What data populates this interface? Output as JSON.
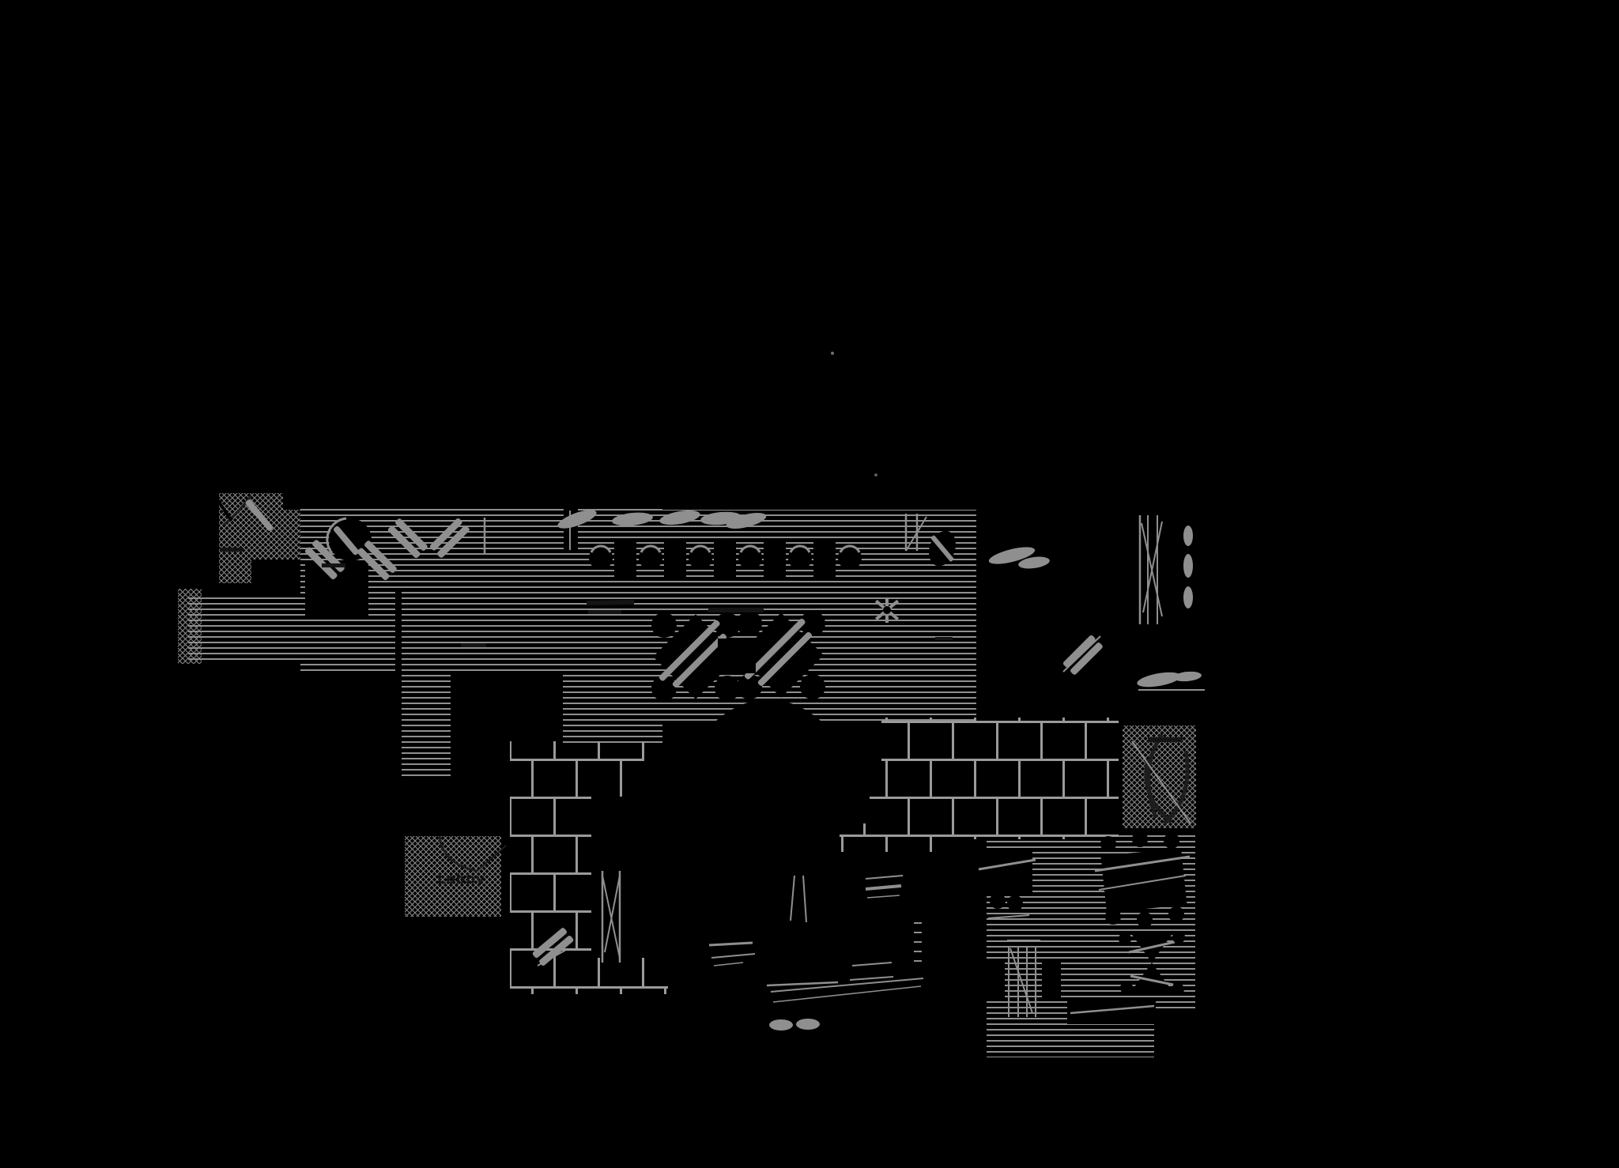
{
  "scene": {
    "background": "#000000",
    "line": "#8f8f8f",
    "dim": "#6f6f6f",
    "carpet": "#888888",
    "brick": "#9a9a9a",
    "label": "#141414"
  },
  "floorplan": {
    "lobby_label": "Lobby"
  },
  "icons": {
    "plant-icon": "leaf-ellipse",
    "chair-icon": "filled-circle-with-back-arc",
    "table-icon": "filled-rect",
    "dining-set-icon": "diamond-table-with-diagonal-chairs",
    "stairs-icon": "rails-with-cross-diagonals",
    "door-swing-icon": "quarter-arc",
    "flower-marker-icon": "asterisk-cross",
    "railing-icon": "parallel-vertical-rails",
    "stool-icon": "filled-ellipse"
  },
  "patterns": {
    "wood-floor": "horizontal-stripes",
    "carpet": "diagonal-crosshatch",
    "masonry": "brick-grid"
  }
}
